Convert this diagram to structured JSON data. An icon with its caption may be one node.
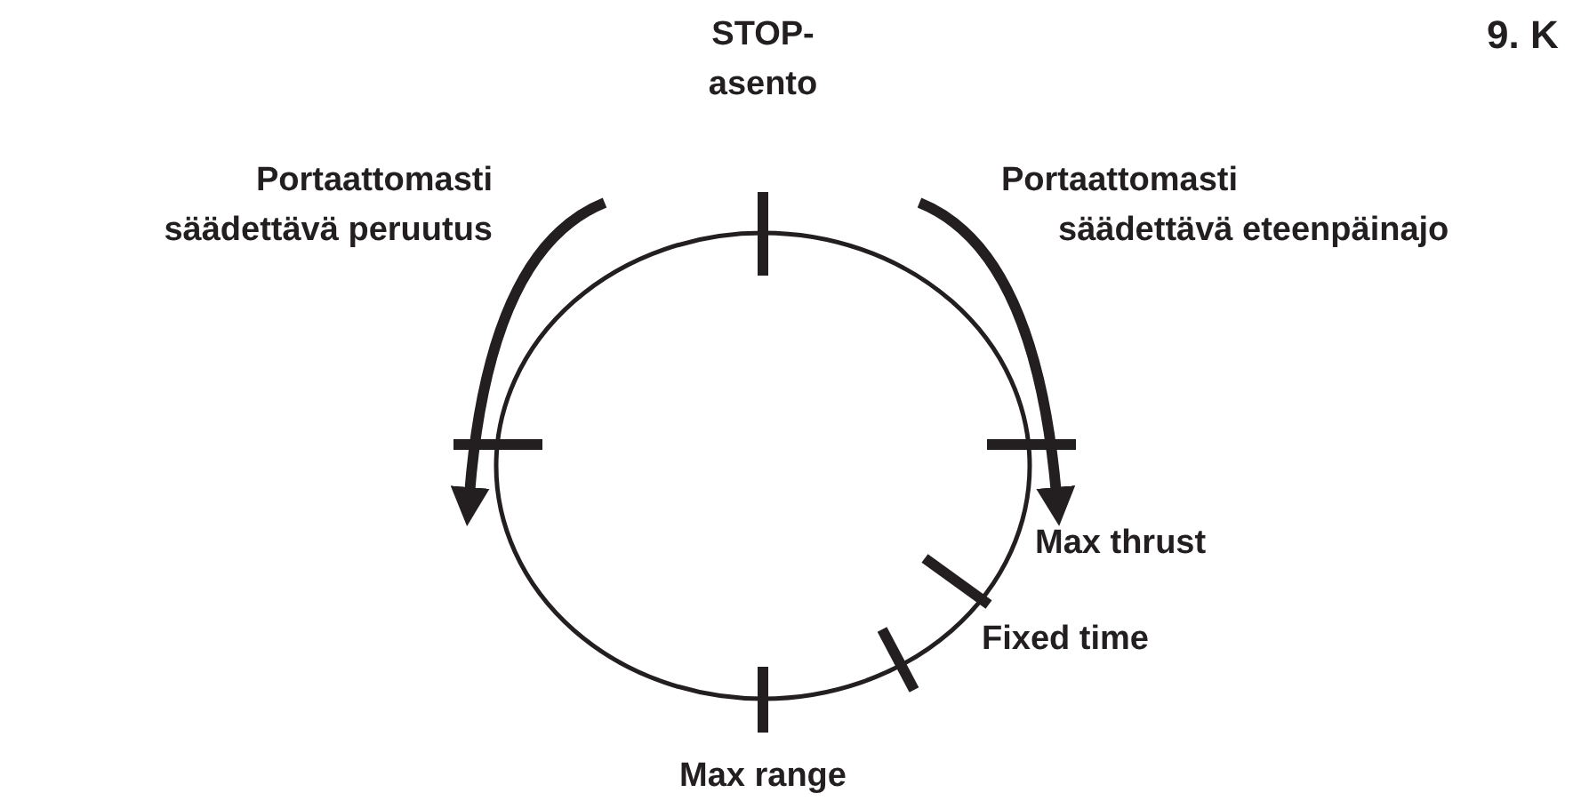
{
  "diagram": {
    "title": "9. K",
    "labels": [
      "STOP-asento",
      "Portaattomasti säädettävä peruutus",
      "Portaattomasti säädettävä eteenpäinajo",
      "Max thrust",
      "Fixed time",
      "Max range"
    ]
  }
}
